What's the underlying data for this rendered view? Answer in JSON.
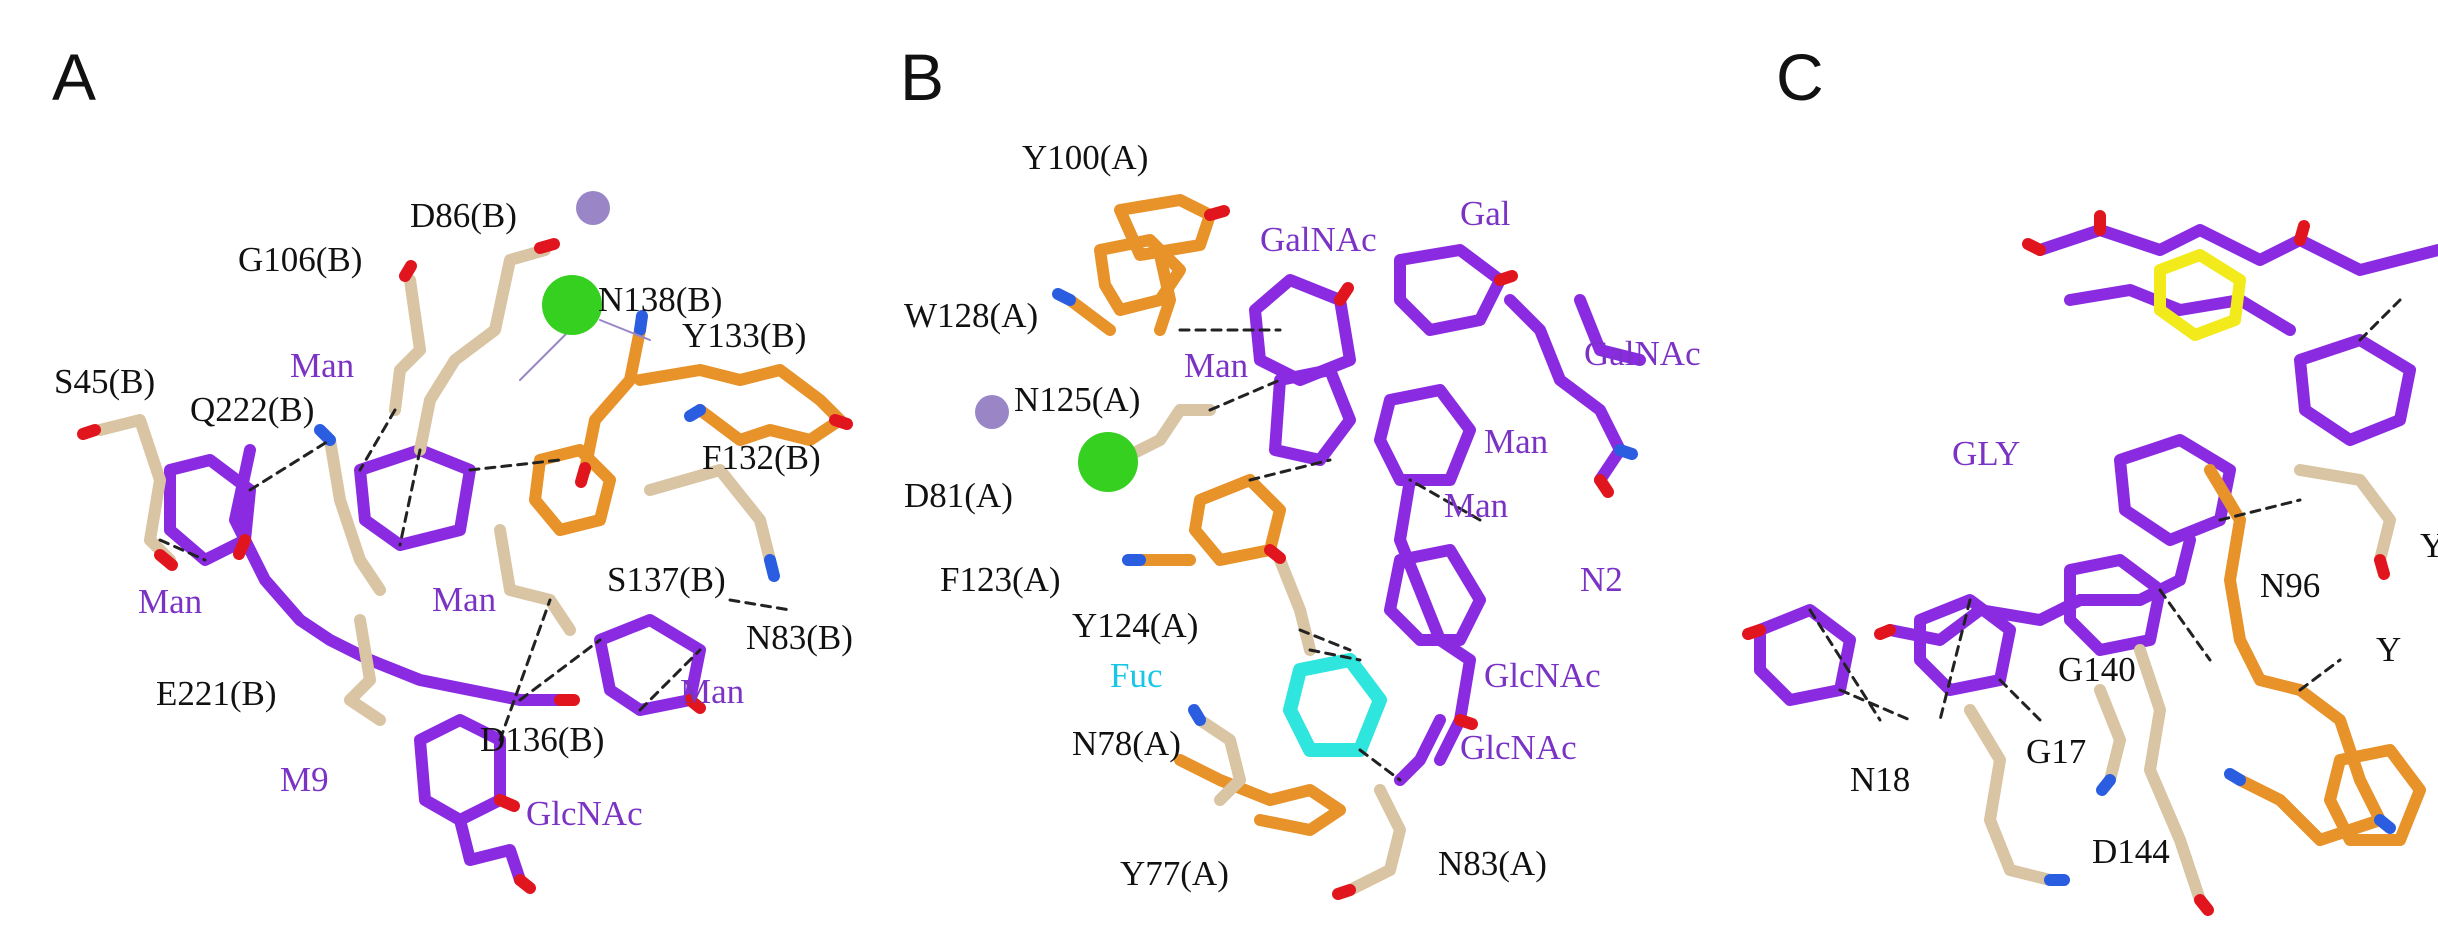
{
  "colors": {
    "residue_label": "#111111",
    "sugar_label": "#7a33c4",
    "fucose_label": "#18c6e6",
    "carbon_sugar": "#8a2be2",
    "carbon_protein_A": "#e8922a",
    "carbon_protein_B": "#d9c4a3",
    "oxygen": "#e0151e",
    "nitrogen": "#2a5de0",
    "calcium_ion": "#36d020",
    "manganese_ion": "#9a86c6",
    "fucose_carbon": "#2fe6df",
    "ring_highlight": "#f2ea1a"
  },
  "panels": {
    "a": {
      "letter": "A",
      "residues": [
        "D86(B)",
        "G106(B)",
        "N138(B)",
        "Y133(B)",
        "S45(B)",
        "Q222(B)",
        "F132(B)",
        "S137(B)",
        "N83(B)",
        "E221(B)",
        "D136(B)"
      ],
      "sugars": [
        "Man",
        "Man",
        "Man",
        "Man",
        "M9",
        "GlcNAc"
      ]
    },
    "b": {
      "letter": "B",
      "residues": [
        "Y100(A)",
        "W128(A)",
        "N125(A)",
        "D81(A)",
        "F123(A)",
        "Y124(A)",
        "N78(A)",
        "Y77(A)",
        "N83(A)"
      ],
      "sugars": [
        "GalNAc",
        "Gal",
        "GalNAc",
        "Man",
        "Man",
        "Man",
        "N2",
        "GlcNAc",
        "GlcNAc"
      ],
      "fucose": "Fuc"
    },
    "c": {
      "letter": "C",
      "residues": [
        "N96",
        "Y",
        "Y",
        "G140",
        "N18",
        "G17",
        "D144"
      ],
      "sugars": [
        "GLY"
      ]
    }
  }
}
